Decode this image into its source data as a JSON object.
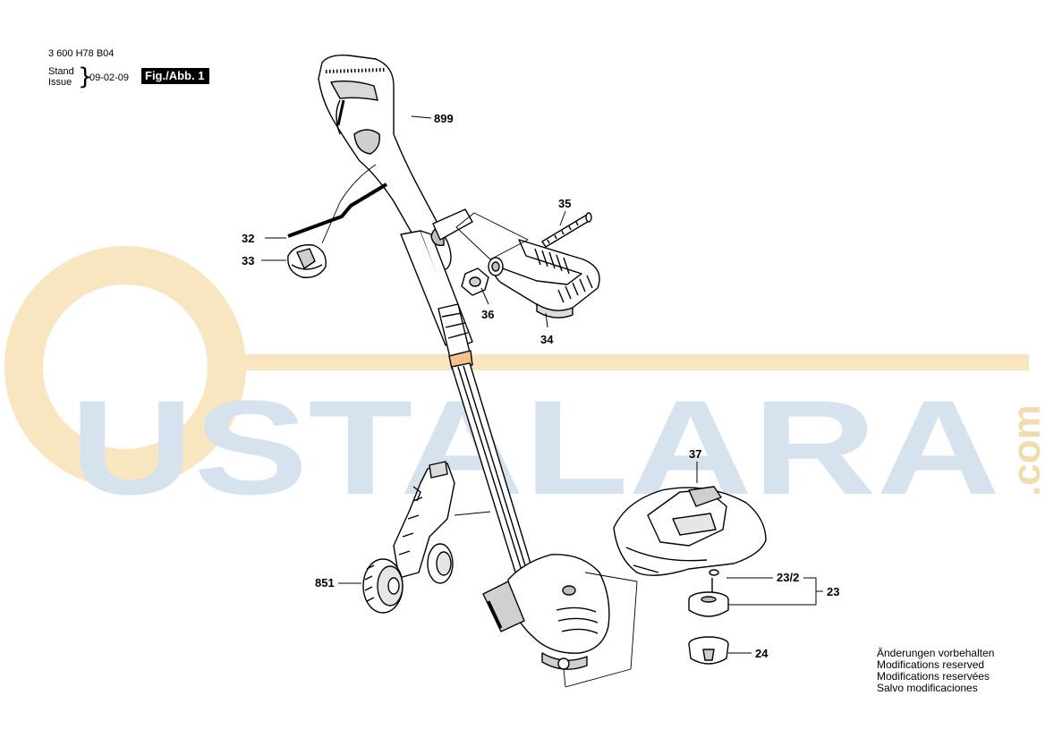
{
  "header": {
    "doc_number": "3 600 H78 B04",
    "stand_label": "Stand",
    "issue_label": "Issue",
    "issue_date": "09-02-09",
    "figure_label": "Fig./Abb. 1"
  },
  "watermark": {
    "text": "USTALARA",
    "suffix": ".com",
    "colors": {
      "letters": "#d6e3ee",
      "swoosh": "#f7e6bf"
    }
  },
  "parts": {
    "p899": "899",
    "p35": "35",
    "p32": "32",
    "p33": "33",
    "p36": "36",
    "p34": "34",
    "p37": "37",
    "p851": "851",
    "p23_2": "23/2",
    "p23": "23",
    "p24": "24"
  },
  "notes": [
    "Änderungen vorbehalten",
    "Modifications reserved",
    "Modifications reservées",
    "Salvo modificaciones"
  ]
}
